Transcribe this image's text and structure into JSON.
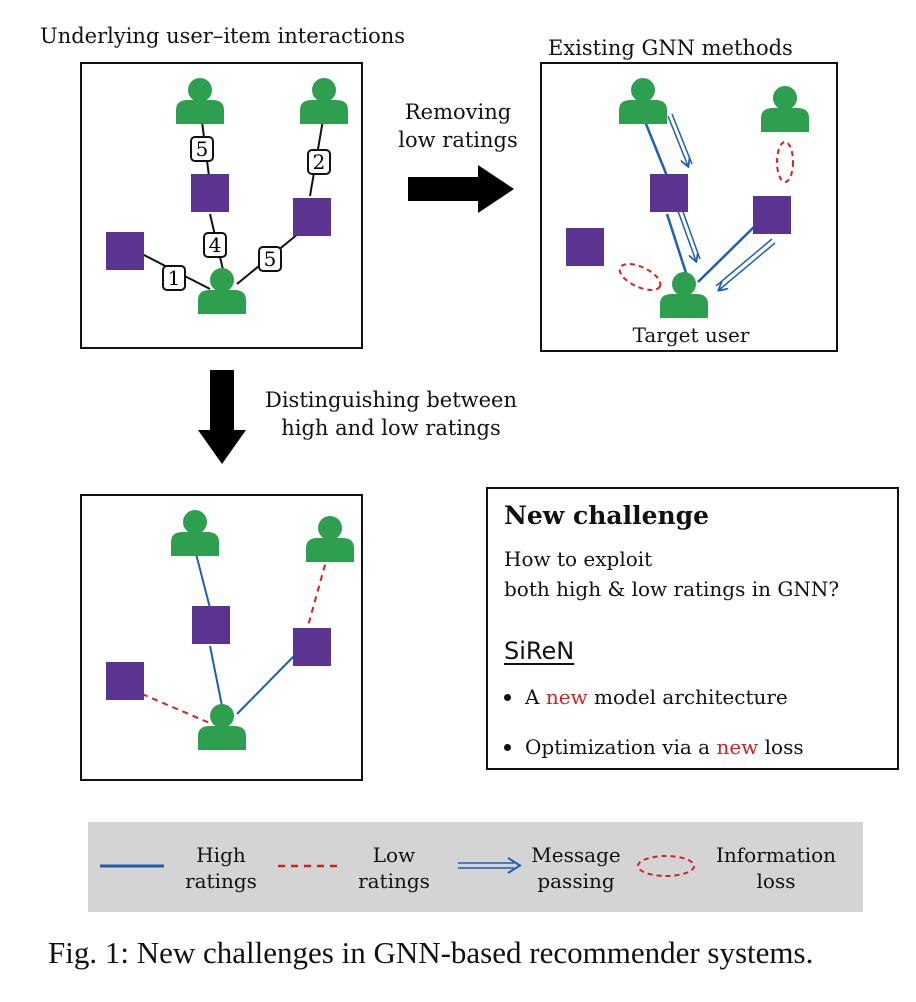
{
  "panels": {
    "top_left": {
      "title": "Underlying user–item interactions",
      "edge_ratings": [
        "5",
        "2",
        "4",
        "5",
        "1"
      ]
    },
    "top_right": {
      "title": "Existing GNN methods",
      "target_label": "Target user"
    },
    "bottom_left": {}
  },
  "arrows": {
    "removing": {
      "line1": "Removing",
      "line2": "low ratings"
    },
    "distinguishing": {
      "line1": "Distinguishing between",
      "line2": "high and low ratings"
    }
  },
  "challenge": {
    "title": "New challenge",
    "line1": "How to exploit",
    "line2": "both high & low ratings in GNN?",
    "method": "SiReN",
    "bullet1": {
      "pre": "A ",
      "highlight": "new",
      "post": " model architecture"
    },
    "bullet2": {
      "pre": "Optimization via a ",
      "highlight": "new",
      "post": " loss"
    }
  },
  "legend": {
    "high": {
      "line1": "High",
      "line2": "ratings"
    },
    "low": {
      "line1": "Low",
      "line2": "ratings"
    },
    "message": {
      "line1": "Message",
      "line2": "passing"
    },
    "loss": {
      "line1": "Information",
      "line2": "loss"
    }
  },
  "caption": "Fig. 1: New challenges in GNN-based recommender systems.",
  "colors": {
    "user": "#2e9e4f",
    "item": "#5b3391",
    "high_rating": "#1f5fae",
    "low_rating": "#d62020",
    "legend_bg": "#d4d4d4"
  }
}
